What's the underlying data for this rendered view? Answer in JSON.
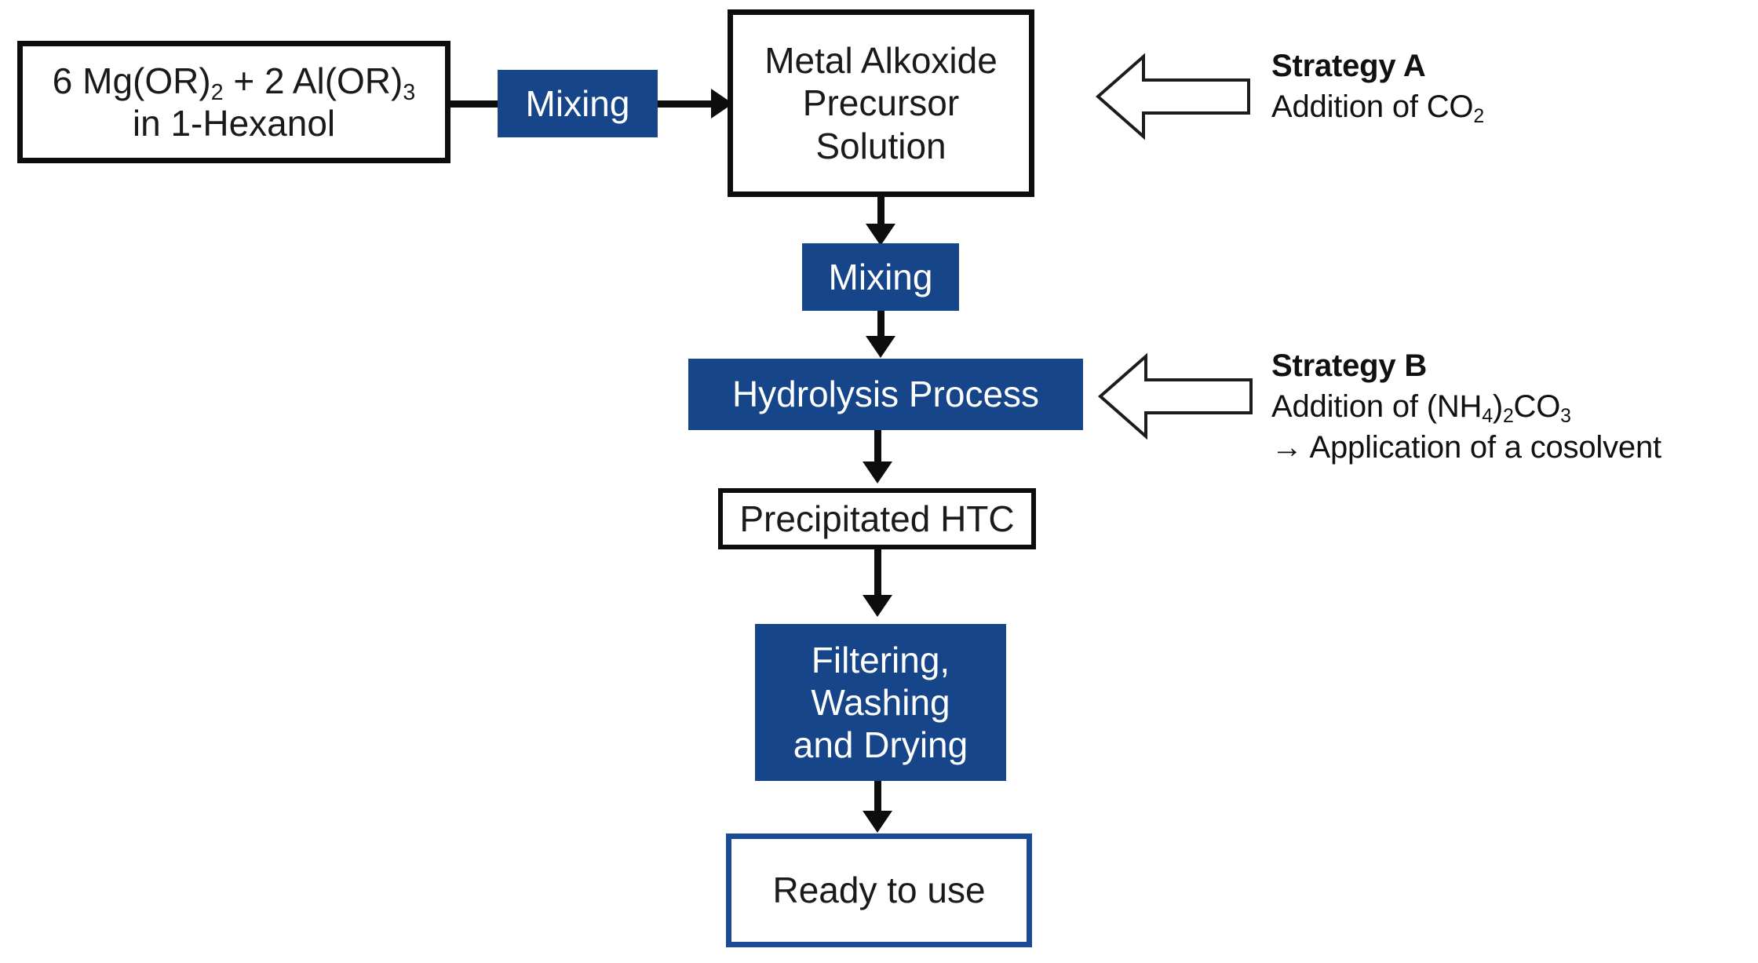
{
  "diagram": {
    "title": "Hydrotalcite (HTC) sol-gel synthesis route flowchart",
    "colors": {
      "blue_fill": "#164589",
      "blue_border": "#1a4b96",
      "black_border": "#0d0d0d",
      "white_fill": "#ffffff",
      "text_dark": "#1a1a1a"
    }
  },
  "nodes": {
    "precursors": {
      "line1_pre": "6 Mg(OR)",
      "line1_sub1": "2",
      "line1_mid": " + 2 Al(OR)",
      "line1_sub2": "3",
      "line2": "in 1-Hexanol",
      "style": "white-box"
    },
    "mixing_1": {
      "label": "Mixing",
      "style": "blue-box"
    },
    "precursor_solution": {
      "label": "Metal Alkoxide\nPrecursor\nSolution",
      "style": "white-box"
    },
    "mixing_2": {
      "label": "Mixing",
      "style": "blue-box"
    },
    "hydrolysis": {
      "label": "Hydrolysis Process",
      "style": "blue-box"
    },
    "precipitated": {
      "label": "Precipitated HTC",
      "style": "white-box"
    },
    "filtering": {
      "label": "Filtering,\nWashing\nand Drying",
      "style": "blue-box"
    },
    "ready": {
      "label": "Ready to use",
      "style": "blue-outline-box"
    }
  },
  "strategies": {
    "a": {
      "title": "Strategy A",
      "line1_pre": "Addition of CO",
      "line1_sub": "2",
      "arrow_icon": "block-arrow-left-icon"
    },
    "b": {
      "title": "Strategy B",
      "line1_pre": "Addition of (NH",
      "line1_sub1": "4",
      "line1_mid": ")",
      "line1_sub2": "2",
      "line1_post": "CO",
      "line1_sub3": "3",
      "line2": "→ Application of a cosolvent",
      "arrow_icon": "block-arrow-left-icon"
    }
  },
  "connectors": {
    "precursors_to_mixing1": "horizontal-line",
    "mixing1_to_solution": "arrow-right",
    "solution_to_mixing2": "arrow-down",
    "mixing2_to_hydrolysis": "arrow-down",
    "hydrolysis_to_precipitated": "arrow-down",
    "precipitated_to_filtering": "arrow-down",
    "filtering_to_ready": "arrow-down"
  }
}
